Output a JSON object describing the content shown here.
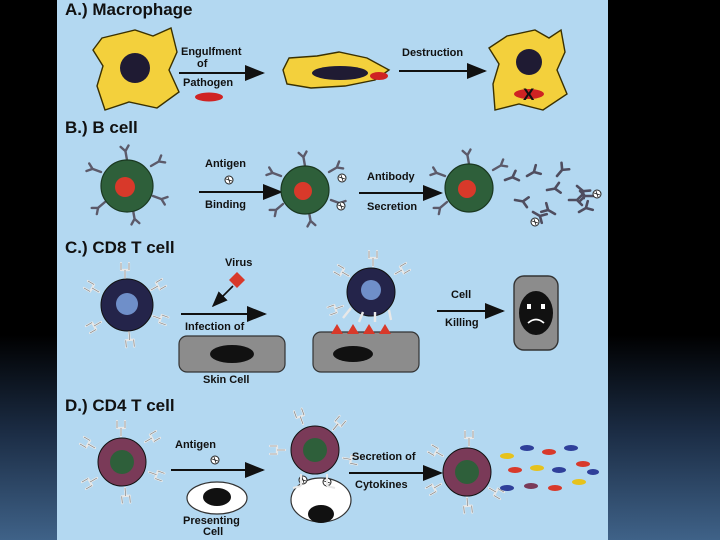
{
  "sections": {
    "a": {
      "title": "A.) Macrophage",
      "step1_line1": "Engulfment",
      "step1_line2": "of",
      "step1_line3": "Pathogen",
      "step2": "Destruction",
      "mark": "X"
    },
    "b": {
      "title": "B.) B cell",
      "step1_top": "Antigen",
      "step1_bottom": "Binding",
      "step2_top": "Antibody",
      "step2_bottom": "Secretion"
    },
    "c": {
      "title": "C.) CD8 T cell",
      "virus": "Virus",
      "infection": "Infection of",
      "skin": "Skin Cell",
      "step2_top": "Cell",
      "step2_bottom": "Killing"
    },
    "d": {
      "title": "D.) CD4 T cell",
      "antigen": "Antigen",
      "presenting_line1": "Presenting",
      "presenting_line2": "Cell",
      "step2_top": "Secretion of",
      "step2_bottom": "Cytokines"
    }
  },
  "colors": {
    "panel": "#b3d8f1",
    "macrophage": "#f3d03c",
    "nucleus": "#1f1b33",
    "pathogen": "#cf2323",
    "bcell": "#2e5f3a",
    "bcell_nucleus": "#d8392a",
    "tcell": "#24244a",
    "tcell_nucleus": "#6f8fc9",
    "cd4_cell": "#7a3a58",
    "skin_cell": "#8c8c8c"
  }
}
